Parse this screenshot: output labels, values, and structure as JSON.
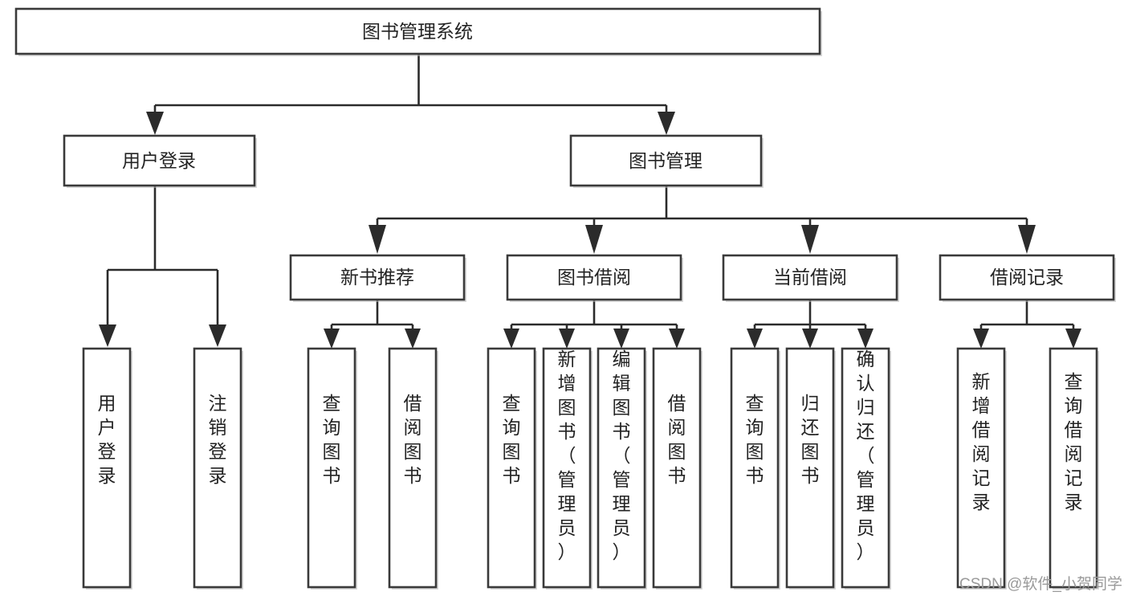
{
  "diagram": {
    "title": "图书管理系统",
    "type": "tree-hierarchy-diagram",
    "orientation": "top-down",
    "root": {
      "id": "root",
      "label": "图书管理系统",
      "text_orientation": "horizontal"
    },
    "level2": [
      {
        "id": "user-login",
        "label": "用户登录",
        "text_orientation": "horizontal"
      },
      {
        "id": "book-manage",
        "label": "图书管理",
        "text_orientation": "horizontal"
      }
    ],
    "level3": [
      {
        "id": "new-book-rec",
        "label": "新书推荐",
        "text_orientation": "horizontal",
        "parent": "book-manage"
      },
      {
        "id": "book-borrow",
        "label": "图书借阅",
        "text_orientation": "horizontal",
        "parent": "book-manage"
      },
      {
        "id": "current-borrow",
        "label": "当前借阅",
        "text_orientation": "horizontal",
        "parent": "book-manage"
      },
      {
        "id": "borrow-record",
        "label": "借阅记录",
        "text_orientation": "horizontal",
        "parent": "book-manage"
      }
    ],
    "leaves": [
      {
        "id": "leaf-user-login",
        "label": "用户登录",
        "parent": "user-login",
        "text_orientation": "vertical"
      },
      {
        "id": "leaf-logout",
        "label": "注销登录",
        "parent": "user-login",
        "text_orientation": "vertical"
      },
      {
        "id": "leaf-query-book-1",
        "label": "查询图书",
        "parent": "new-book-rec",
        "text_orientation": "vertical"
      },
      {
        "id": "leaf-borrow-book-1",
        "label": "借阅图书",
        "parent": "new-book-rec",
        "text_orientation": "vertical"
      },
      {
        "id": "leaf-query-book-2",
        "label": "查询图书",
        "parent": "book-borrow",
        "text_orientation": "vertical"
      },
      {
        "id": "leaf-add-book",
        "label": "新增图书（管理员）",
        "parent": "book-borrow",
        "text_orientation": "vertical"
      },
      {
        "id": "leaf-edit-book",
        "label": "编辑图书（管理员）",
        "parent": "book-borrow",
        "text_orientation": "vertical"
      },
      {
        "id": "leaf-borrow-book-2",
        "label": "借阅图书",
        "parent": "book-borrow",
        "text_orientation": "vertical"
      },
      {
        "id": "leaf-query-book-3",
        "label": "查询图书",
        "parent": "current-borrow",
        "text_orientation": "vertical"
      },
      {
        "id": "leaf-return-book",
        "label": "归还图书",
        "parent": "current-borrow",
        "text_orientation": "vertical"
      },
      {
        "id": "leaf-confirm-return",
        "label": "确认归还（管理员）",
        "parent": "current-borrow",
        "text_orientation": "vertical"
      },
      {
        "id": "leaf-add-record",
        "label": "新增借阅记录",
        "parent": "borrow-record",
        "text_orientation": "vertical"
      },
      {
        "id": "leaf-query-record",
        "label": "查询借阅记录",
        "parent": "borrow-record",
        "text_orientation": "vertical"
      }
    ],
    "watermark": "CSDN @软件_小贺同学",
    "colors": {
      "background": "#ffffff",
      "box_fill": "#ffffff",
      "box_stroke": "#3a3a3a",
      "line": "#2b2b2b",
      "text": "#232323",
      "watermark": "#9a9a9a"
    }
  }
}
